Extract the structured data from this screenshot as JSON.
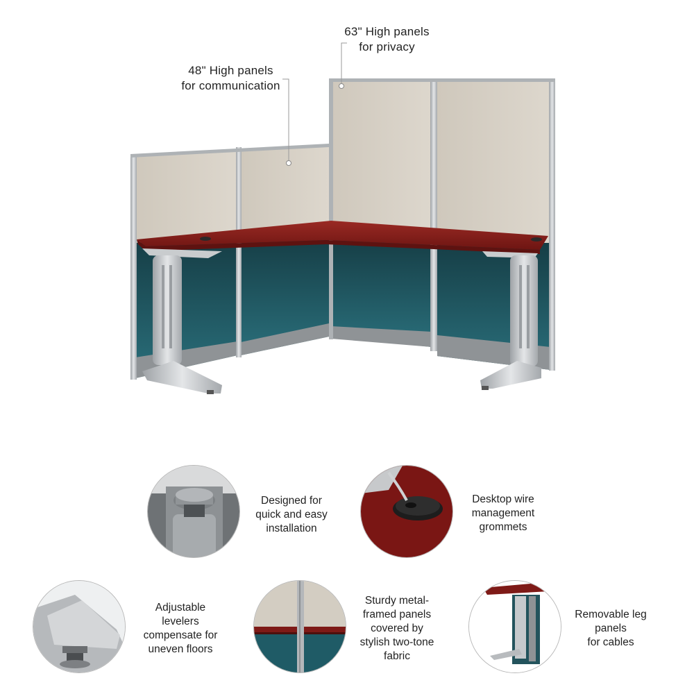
{
  "callouts": {
    "high_panels": [
      "63\" High panels",
      "for privacy"
    ],
    "low_panels": [
      "48\" High panels",
      "for communication"
    ]
  },
  "features": [
    {
      "id": "installation",
      "lines": [
        "Designed for",
        "quick and easy",
        "installation"
      ],
      "icon": "panel-connector-icon"
    },
    {
      "id": "grommets",
      "lines": [
        "Desktop wire",
        "management",
        "grommets"
      ],
      "icon": "grommet-icon"
    },
    {
      "id": "levelers",
      "lines": [
        "Adjustable",
        "levelers",
        "compensate for",
        "uneven floors"
      ],
      "icon": "leveler-icon"
    },
    {
      "id": "panels",
      "lines": [
        "Sturdy metal-",
        "framed panels",
        "covered by",
        "stylish two-tone",
        "fabric"
      ],
      "icon": "panel-fabric-icon"
    },
    {
      "id": "leg-panels",
      "lines": [
        "Removable leg",
        "panels",
        "for cables"
      ],
      "icon": "leg-panel-icon"
    }
  ],
  "colors": {
    "panel_upper": "#d6d0c5",
    "panel_lower": "#1f5b66",
    "desk_top": "#8a1f1c",
    "frame": "#b9bcbf"
  }
}
